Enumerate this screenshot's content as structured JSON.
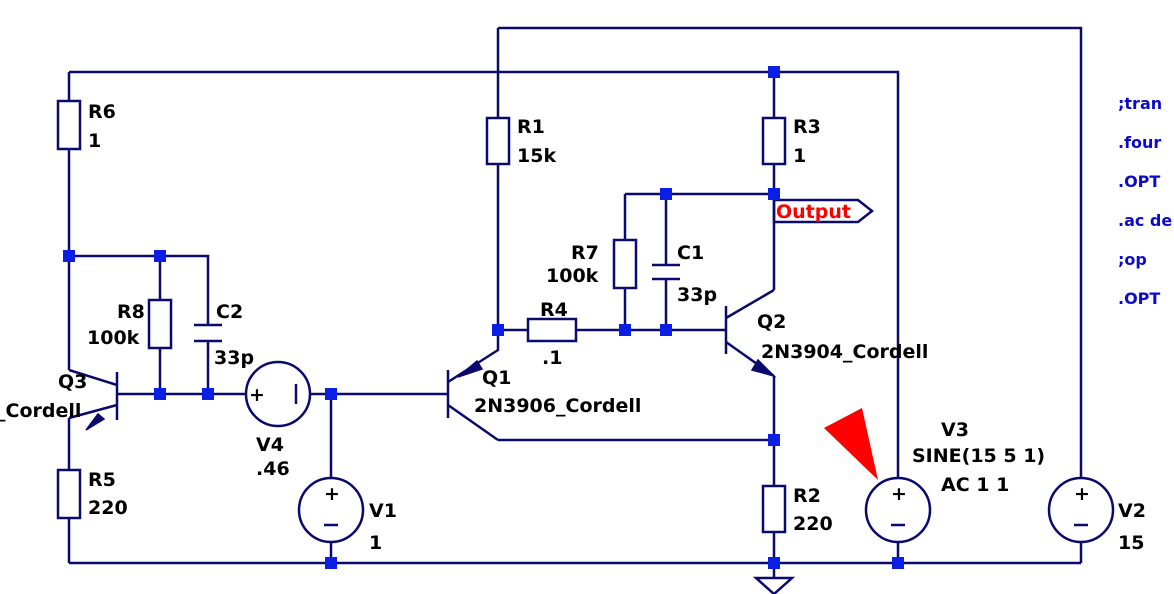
{
  "components": {
    "R6": {
      "name": "R6",
      "value": "1"
    },
    "R1": {
      "name": "R1",
      "value": "15k"
    },
    "R3": {
      "name": "R3",
      "value": "1"
    },
    "R7": {
      "name": "R7",
      "value": "100k"
    },
    "C1": {
      "name": "C1",
      "value": "33p"
    },
    "R8": {
      "name": "R8",
      "value": "100k"
    },
    "C2": {
      "name": "C2",
      "value": "33p"
    },
    "R4": {
      "name": "R4",
      "value": ".1"
    },
    "Q1": {
      "name": "Q1",
      "model": "2N3906_Cordell"
    },
    "Q2": {
      "name": "Q2",
      "model": "2N3904_Cordell"
    },
    "Q3": {
      "name": "Q3",
      "model": "_Cordell"
    },
    "V4": {
      "name": "V4",
      "value": ".46"
    },
    "V1": {
      "name": "V1",
      "value": "1"
    },
    "V3": {
      "name": "V3",
      "value": "SINE(15 5 1)",
      "ac": "AC 1 1"
    },
    "V2": {
      "name": "V2",
      "value": "15"
    },
    "R5": {
      "name": "R5",
      "value": "220"
    },
    "R2": {
      "name": "R2",
      "value": "220"
    }
  },
  "net_label": "Output",
  "directives": [
    ";tran",
    ".four",
    ".OPT",
    ".ac de",
    ";op",
    ".OPT"
  ],
  "colors": {
    "wire": "#0a0a6e",
    "node": "#0a1ee6",
    "directive": "#0a0ad0",
    "net_label": "#ff0000",
    "cursor": "#ff0000"
  }
}
